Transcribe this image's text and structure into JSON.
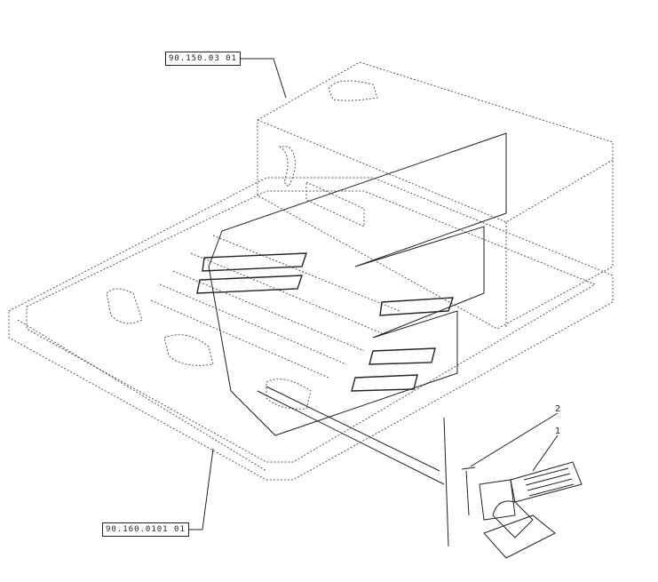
{
  "references": {
    "top_ref": "90.150.03 01",
    "bottom_ref": "90.160.0101 01"
  },
  "callouts": {
    "item_1": "1",
    "item_2": "2"
  },
  "colors": {
    "line": "#222222",
    "dotted": "#555555",
    "background": "#ffffff"
  }
}
